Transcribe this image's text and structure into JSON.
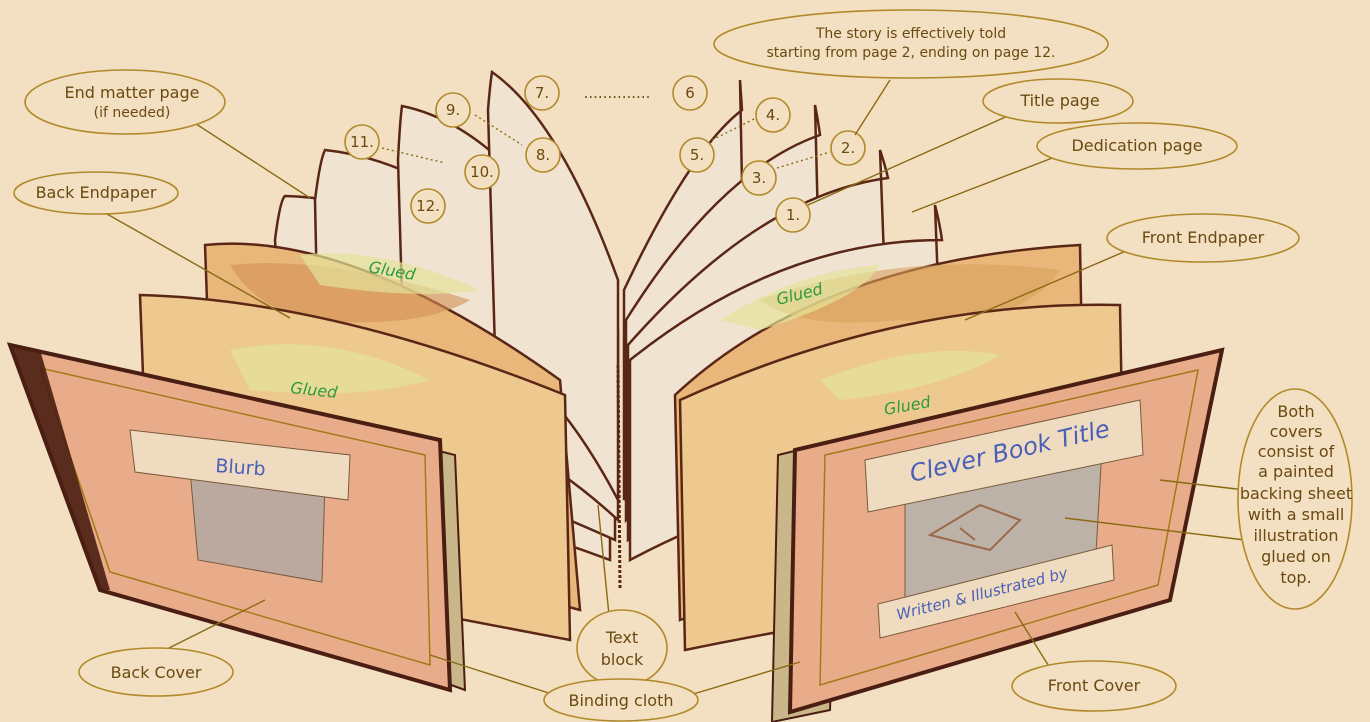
{
  "callouts": {
    "story": [
      "The story is effectively told",
      "starting from page 2, ending on page 12."
    ],
    "end_matter": [
      "End matter page",
      "(if needed)"
    ],
    "title_page": "Title page",
    "dedication_page": "Dedication page",
    "back_endpaper": "Back Endpaper",
    "front_endpaper": "Front Endpaper",
    "both_covers": [
      "Both",
      "covers",
      "consist of",
      "a painted",
      "backing sheet",
      "with a small",
      "illustration",
      "glued on",
      "top."
    ],
    "text_block": [
      "Text",
      "block"
    ],
    "binding_cloth": "Binding cloth",
    "back_cover": "Back Cover",
    "front_cover": "Front Cover"
  },
  "page_numbers": [
    "1.",
    "2.",
    "3.",
    "4.",
    "5.",
    "6",
    "7.",
    "8.",
    "9.",
    "10.",
    "11.",
    "12."
  ],
  "ellipsis": "..............",
  "glued_labels": [
    "Glued",
    "Glued",
    "Glued",
    "Glued"
  ],
  "book": {
    "blurb": "Blurb",
    "title": "Clever Book Title",
    "byline": "Written & Illustrated by"
  },
  "colors": {
    "background": "#f3dfc2",
    "callout_outline": "#b08a2a",
    "glued_text": "#2e9a3c",
    "cover_text": "#4a60b8",
    "cover_fill": "#e9ac8a",
    "ink": "#4a1e12"
  }
}
